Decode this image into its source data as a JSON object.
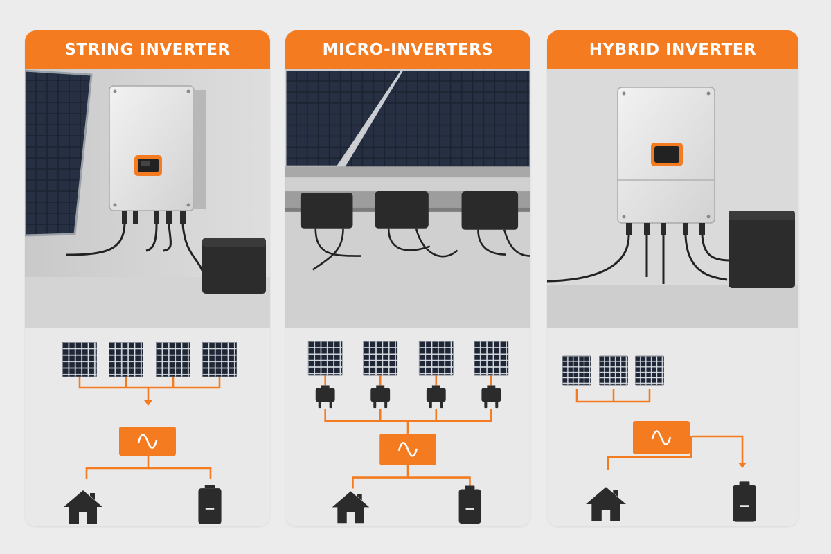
{
  "colors": {
    "accent": "#f47b20",
    "icon_dark": "#2b2b2b",
    "panel_blue": "#1f2635",
    "card_bg": "#e9e9e9"
  },
  "cards": [
    {
      "title": "STRING INVERTER",
      "diagram": {
        "panels": 4,
        "per_panel_micro_inverter": false,
        "inverter_icon": "sine-wave-icon",
        "outputs": [
          "house-icon",
          "battery-icon"
        ]
      }
    },
    {
      "title": "MICRO-INVERTERS",
      "diagram": {
        "panels": 4,
        "per_panel_micro_inverter": true,
        "inverter_icon": "sine-wave-icon",
        "outputs": [
          "house-icon",
          "battery-icon"
        ]
      }
    },
    {
      "title": "HYBRID INVERTER",
      "diagram": {
        "panels": 3,
        "per_panel_micro_inverter": false,
        "inverter_icon": "sine-wave-icon",
        "outputs": [
          "house-icon",
          "battery-icon"
        ]
      }
    }
  ]
}
